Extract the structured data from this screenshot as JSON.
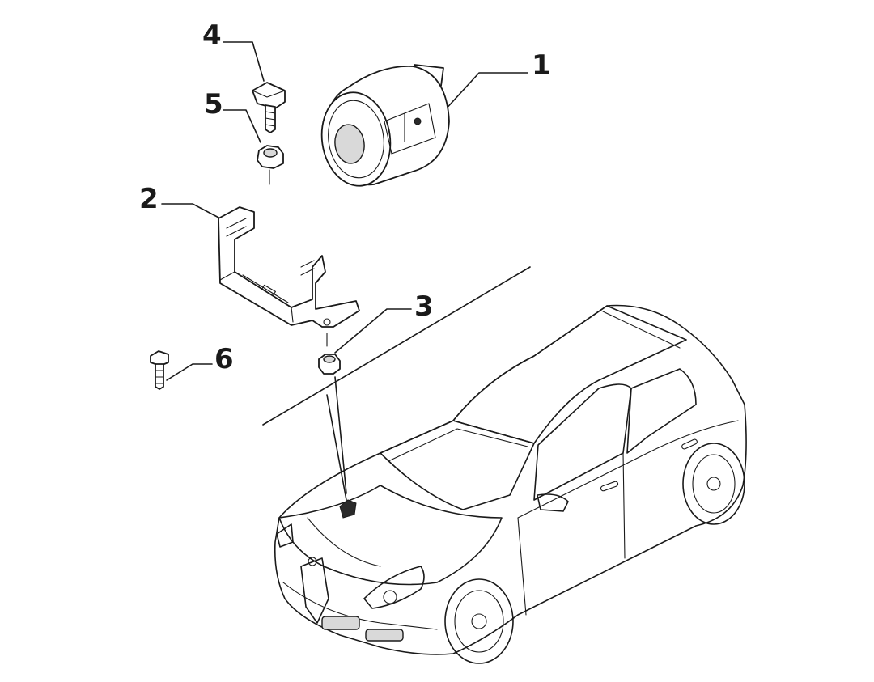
{
  "callouts": {
    "part1": "1",
    "part2": "2",
    "part3": "3",
    "part4": "4",
    "part5": "5",
    "part6": "6"
  },
  "colors": {
    "ink": "#1a1a1a",
    "background": "#ffffff"
  }
}
